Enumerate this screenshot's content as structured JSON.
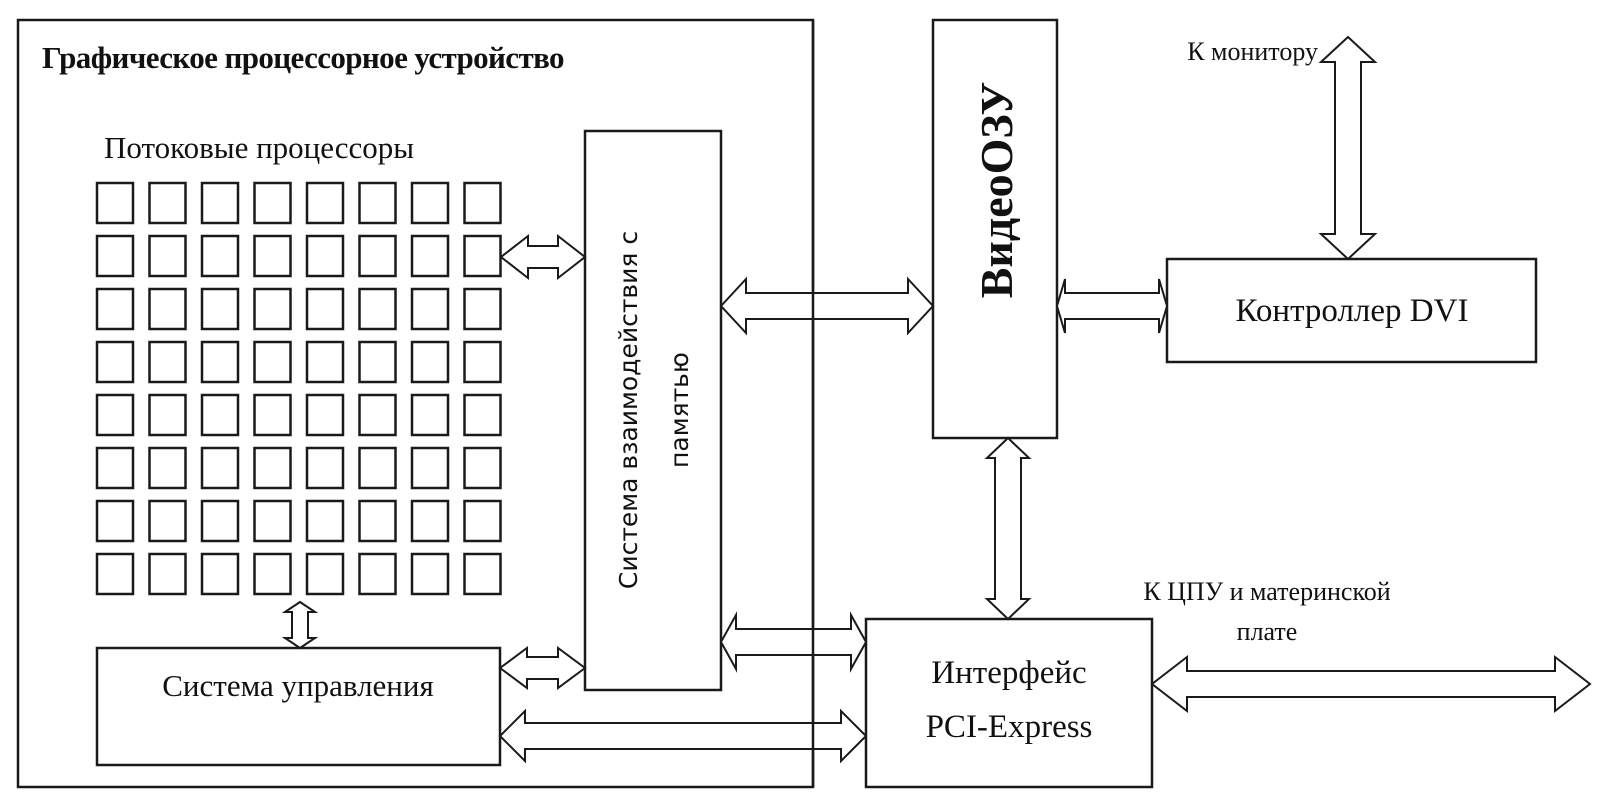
{
  "diagram": {
    "title": "Графическое процессорное устройство",
    "stream_processors": {
      "label": "Потоковые процессоры",
      "rows": 8,
      "cols": 8
    },
    "memory_system": {
      "line1": "Система взаимодействия с",
      "line2": "памятью"
    },
    "control_system": "Система управления",
    "video_ram": "ВидеоОЗУ",
    "dvi_controller": "Контроллер DVI",
    "pci_interface": {
      "line1": "Интерфейс",
      "line2": "PCI-Express"
    },
    "to_monitor": "К монитору",
    "to_cpu": {
      "line1": "К ЦПУ и материнской",
      "line2": "плате"
    },
    "connections": [
      {
        "from": "stream_processors",
        "to": "memory_system",
        "type": "bidirectional"
      },
      {
        "from": "stream_processors",
        "to": "control_system",
        "type": "bidirectional"
      },
      {
        "from": "control_system",
        "to": "memory_system",
        "type": "bidirectional"
      },
      {
        "from": "control_system",
        "to": "pci_interface",
        "type": "bidirectional"
      },
      {
        "from": "memory_system",
        "to": "video_ram",
        "type": "bidirectional"
      },
      {
        "from": "memory_system",
        "to": "pci_interface",
        "type": "bidirectional"
      },
      {
        "from": "video_ram",
        "to": "dvi_controller",
        "type": "bidirectional"
      },
      {
        "from": "video_ram",
        "to": "pci_interface",
        "type": "bidirectional"
      },
      {
        "from": "dvi_controller",
        "to": "monitor",
        "type": "bidirectional"
      },
      {
        "from": "pci_interface",
        "to": "cpu_motherboard",
        "type": "bidirectional"
      }
    ]
  }
}
